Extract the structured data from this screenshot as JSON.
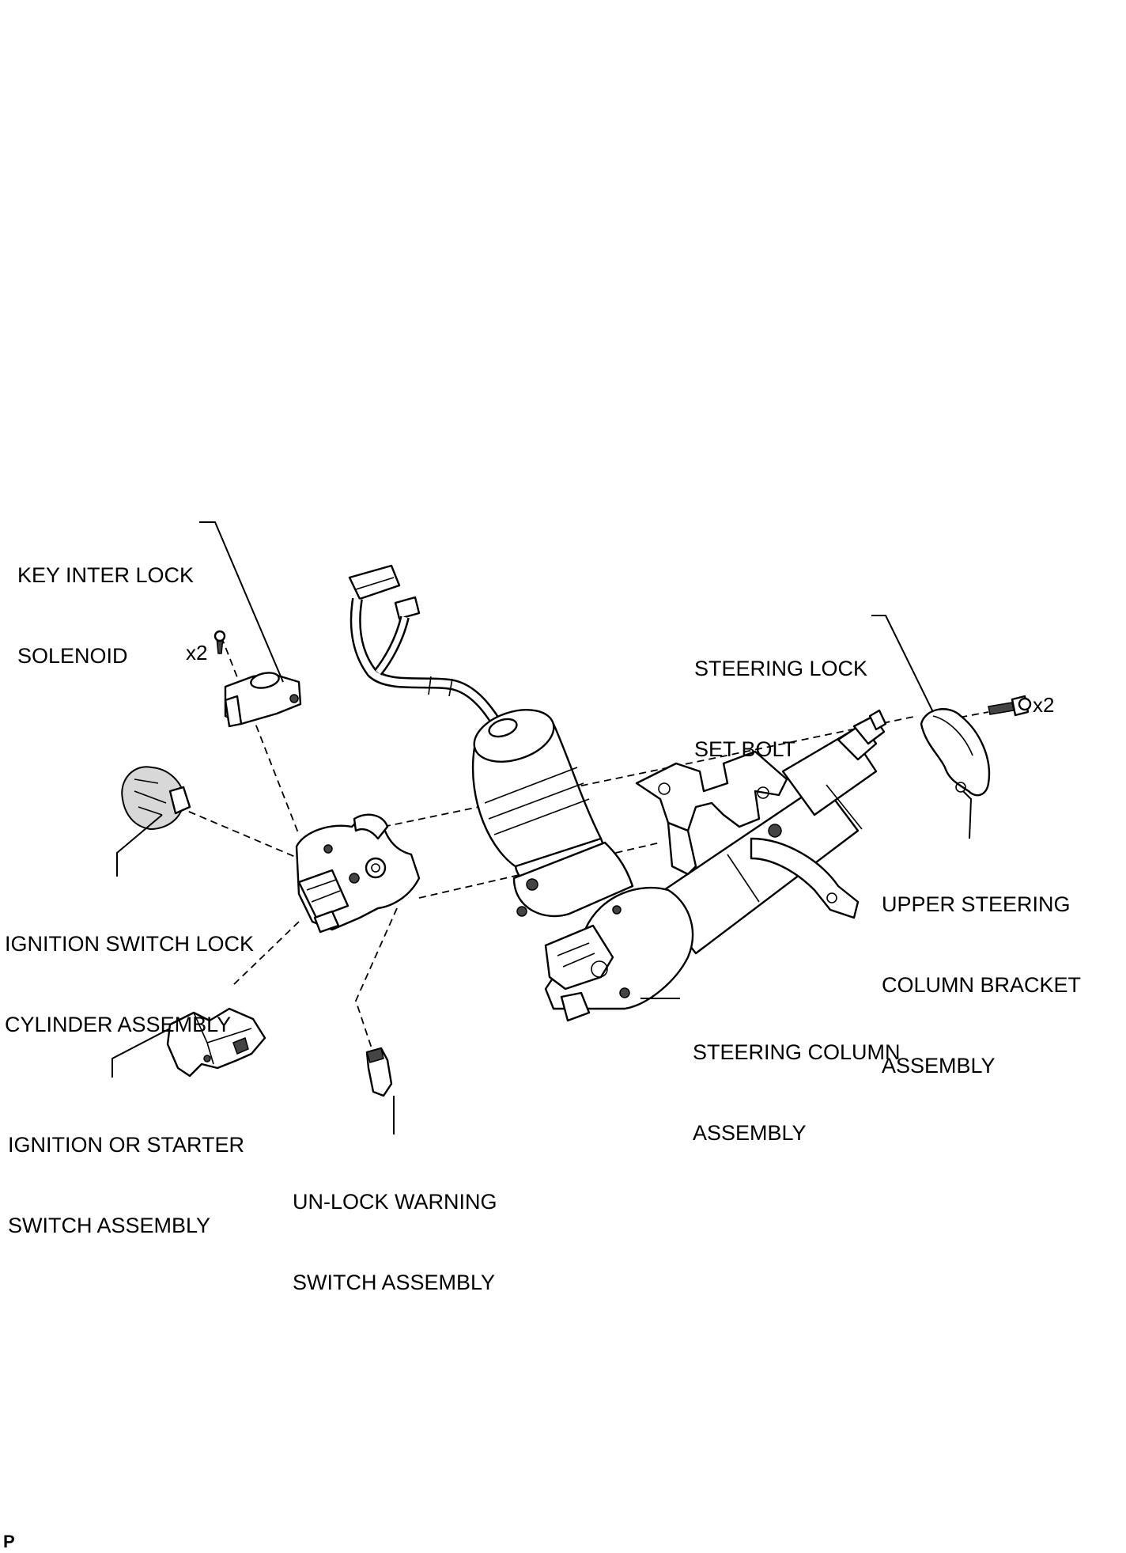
{
  "labels": {
    "key_inter_lock_solenoid": [
      "KEY INTER LOCK",
      "SOLENOID"
    ],
    "steering_lock_set_bolt": [
      "STEERING LOCK",
      "SET BOLT"
    ],
    "ignition_switch_lock_cylinder": [
      "IGNITION SWITCH LOCK",
      "CYLINDER ASSEMBLY"
    ],
    "upper_steering_column_bracket": [
      "UPPER STEERING",
      "COLUMN BRACKET",
      "ASSEMBLY"
    ],
    "steering_column_assembly": [
      "STEERING COLUMN",
      "ASSEMBLY"
    ],
    "ignition_or_starter_switch": [
      "IGNITION OR STARTER",
      "SWITCH ASSEMBLY"
    ],
    "unlock_warning_switch": [
      "UN-LOCK WARNING",
      "SWITCH ASSEMBLY"
    ]
  },
  "quantities": {
    "solenoid_screw_qty": "x2",
    "set_bolt_qty": "x2"
  },
  "footer_mark": "P"
}
